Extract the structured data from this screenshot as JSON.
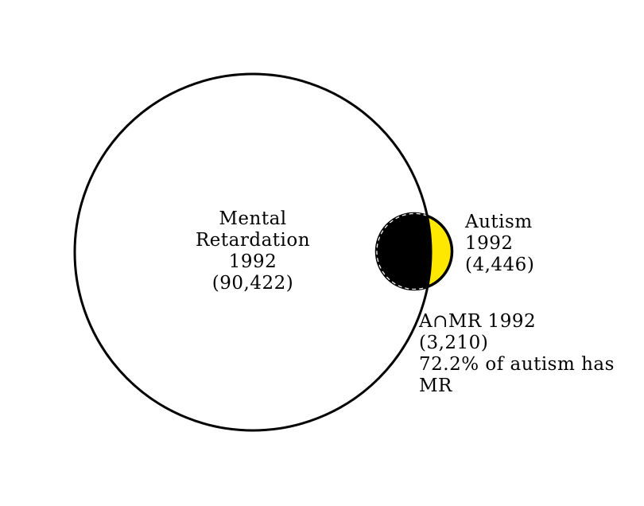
{
  "figure": {
    "background": "#ffffff",
    "mr_label": "Mental\nRetardation\n1992\n(90,422)",
    "autism_label": "Autism\n1992\n(4,446)",
    "intersection_label": "A∩MR 1992\n(3,210)\n72.2% of autism has MR",
    "colors": {
      "circle_stroke": "#000000",
      "autism_fill": "#ffe800",
      "intersection_fill": "#000000",
      "intersection_outline": "#ffffff"
    }
  },
  "chart_data": {
    "type": "venn",
    "title": "",
    "sets": [
      {
        "label": "Mental Retardation 1992",
        "size": 90422,
        "fill": "none"
      },
      {
        "label": "Autism 1992",
        "size": 4446,
        "fill": "#ffe800"
      }
    ],
    "intersections": [
      {
        "sets": [
          "Autism 1992",
          "Mental Retardation 1992"
        ],
        "label": "A∩MR 1992",
        "size": 3210,
        "annotation": "72.2% of autism has MR",
        "fill": "#000000"
      }
    ],
    "legend_position": "none",
    "grid": false,
    "background": "#ffffff"
  }
}
